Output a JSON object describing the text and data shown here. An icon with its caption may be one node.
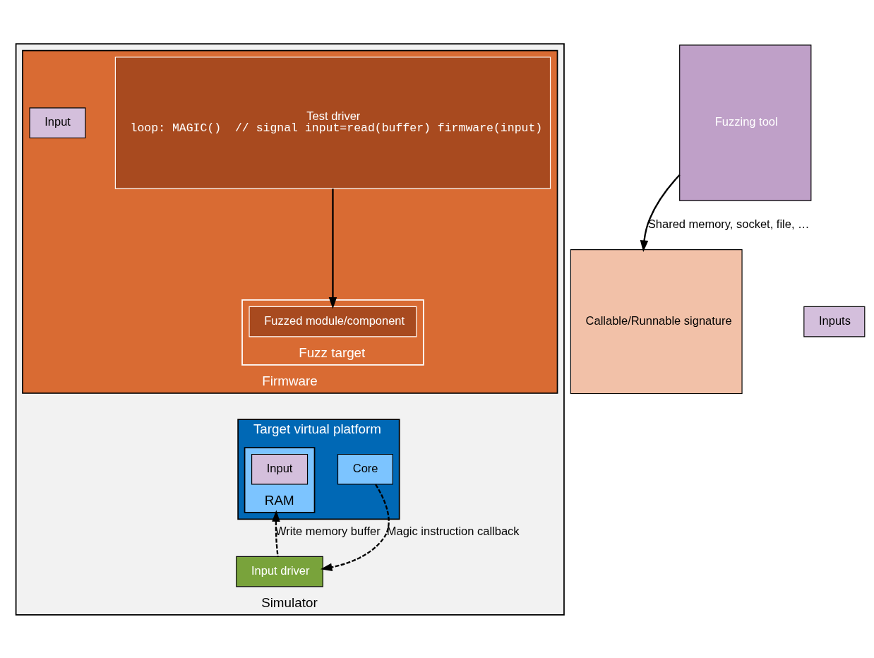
{
  "diagram": {
    "nodes": [
      {
        "text": [
          "Simulator"
        ]
      },
      {
        "text": [
          "Firmware"
        ],
        "in": 0
      },
      {
        "text": [
          "Test driver",
          "loop: MAGIC()  // signal input=read(buffer) firmware(input)"
        ],
        "in": 1
      },
      {
        "text": [
          "Input"
        ],
        "in": 1
      },
      {
        "text": [
          "Fuzz target"
        ],
        "in": 1
      },
      {
        "text": [
          "Fuzzed module/component"
        ],
        "in": 4
      },
      {
        "text": [
          "Target virtual platform"
        ],
        "in": 0
      },
      {
        "text": [
          "RAM"
        ],
        "in": 6
      },
      {
        "text": [
          "Input"
        ],
        "in": 7
      },
      {
        "text": [
          "Core"
        ],
        "in": 6
      },
      {
        "text": [
          "Input driver"
        ],
        "in": 0
      },
      {
        "text": [
          "Callable/Runnable signature"
        ]
      },
      {
        "text": [
          "Fuzzing tool"
        ]
      },
      {
        "text": [
          "Inputs"
        ]
      }
    ],
    "edges": [
      {
        "from": 2,
        "to": 5,
        "arrow": "to"
      },
      {
        "from": 10,
        "to": 7,
        "arrow": "to",
        "style": "dashed",
        "label": "Write memory buffer"
      },
      {
        "from": 9,
        "to": 10,
        "arrow": "to",
        "style": "dashed",
        "label": "Magic instruction callback"
      },
      {
        "from": 12,
        "to": 11,
        "arrow": "to",
        "label": "Shared memory, socket, file, …"
      }
    ]
  }
}
